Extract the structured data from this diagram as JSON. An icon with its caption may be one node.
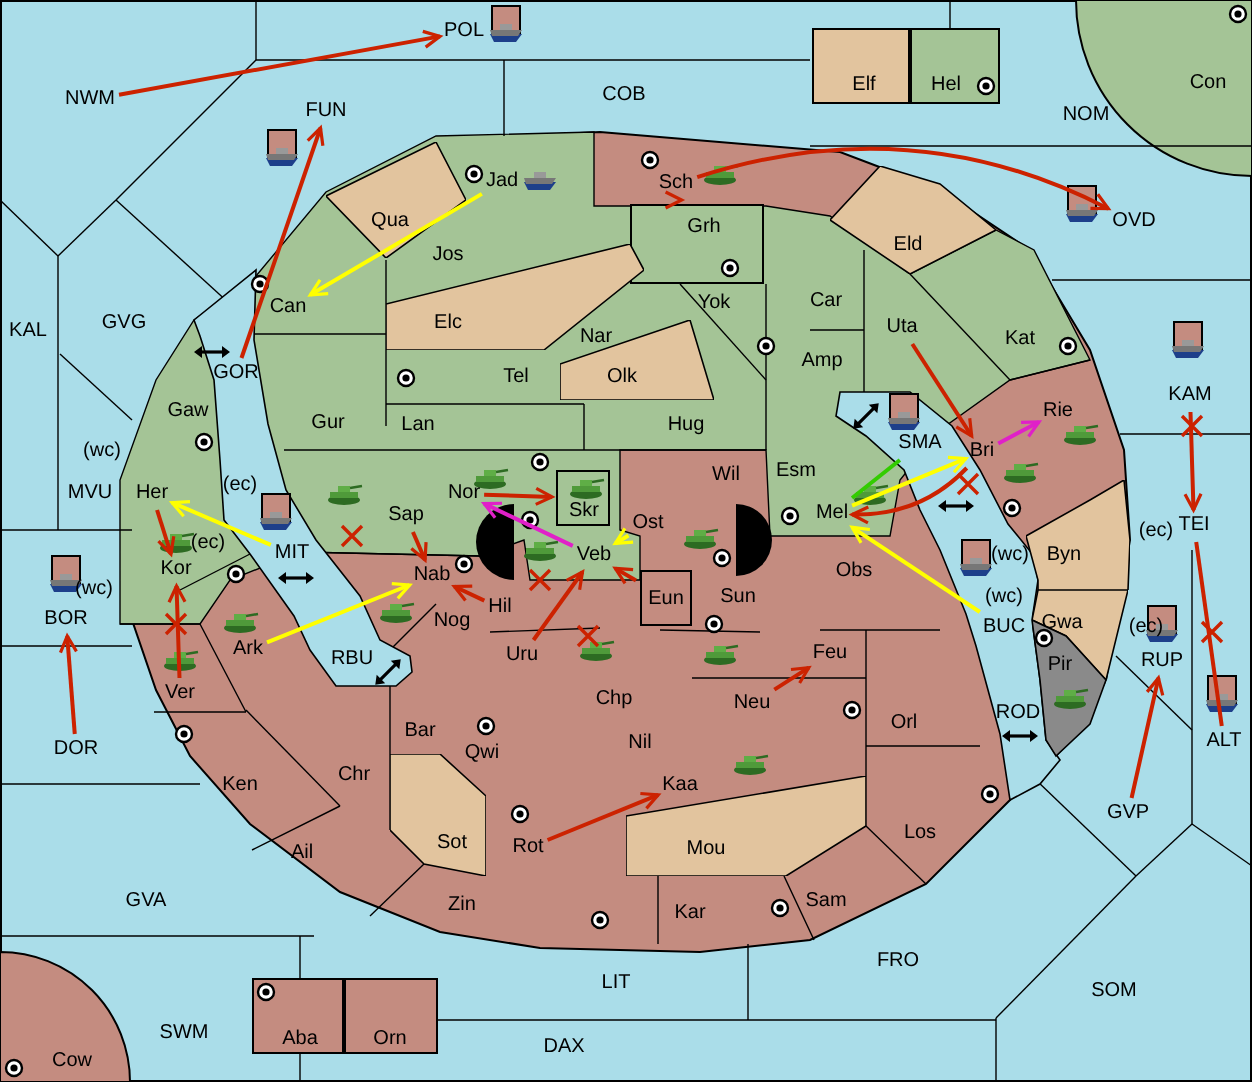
{
  "diagram": {
    "nodes": [
      {
        "text": [
          "NWM"
        ]
      },
      {
        "text": [
          "POL"
        ]
      },
      {
        "text": [
          "FUN"
        ]
      },
      {
        "text": [
          "COB"
        ]
      },
      {
        "text": [
          "Elf"
        ]
      },
      {
        "text": [
          "Hel"
        ]
      },
      {
        "text": [
          "NOM"
        ]
      },
      {
        "text": [
          "Con"
        ]
      },
      {
        "text": [
          "KAL"
        ]
      },
      {
        "text": [
          "GVG"
        ]
      },
      {
        "text": [
          "GOR"
        ]
      },
      {
        "text": [
          "Jad"
        ]
      },
      {
        "text": [
          "Qua"
        ]
      },
      {
        "text": [
          "Sch"
        ]
      },
      {
        "text": [
          "Grh"
        ]
      },
      {
        "text": [
          "OVD"
        ]
      },
      {
        "text": [
          "Eld"
        ]
      },
      {
        "text": [
          "Jos"
        ]
      },
      {
        "text": [
          "Can"
        ]
      },
      {
        "text": [
          "Elc"
        ]
      },
      {
        "text": [
          "Yok"
        ]
      },
      {
        "text": [
          "Car"
        ]
      },
      {
        "text": [
          "Uta"
        ]
      },
      {
        "text": [
          "Nar"
        ]
      },
      {
        "text": [
          "Kat"
        ]
      },
      {
        "text": [
          "Tel"
        ]
      },
      {
        "text": [
          "Olk"
        ]
      },
      {
        "text": [
          "Amp"
        ]
      },
      {
        "text": [
          "KAM"
        ]
      },
      {
        "text": [
          "Gaw"
        ]
      },
      {
        "text": [
          "Gur"
        ]
      },
      {
        "text": [
          "Lan"
        ]
      },
      {
        "text": [
          "Hug"
        ]
      },
      {
        "text": [
          "Rie"
        ]
      },
      {
        "text": [
          "SMA"
        ]
      },
      {
        "text": [
          "Bri"
        ]
      },
      {
        "text": [
          "Esm"
        ]
      },
      {
        "text": [
          "Wil"
        ]
      },
      {
        "text": [
          "MVU"
        ]
      },
      {
        "text": [
          "Her"
        ]
      },
      {
        "text": [
          "Nor"
        ]
      },
      {
        "text": [
          "Skr"
        ]
      },
      {
        "text": [
          "Sap"
        ]
      },
      {
        "text": [
          "Ost"
        ]
      },
      {
        "text": [
          "Mel"
        ]
      },
      {
        "text": [
          "TEI"
        ]
      },
      {
        "text": [
          "Byn"
        ]
      },
      {
        "text": [
          "Veb"
        ]
      },
      {
        "text": [
          "MIT"
        ]
      },
      {
        "text": [
          "Kor"
        ]
      },
      {
        "text": [
          "Nab"
        ]
      },
      {
        "text": [
          "Obs"
        ]
      },
      {
        "text": [
          "Eun"
        ]
      },
      {
        "text": [
          "Sun"
        ]
      },
      {
        "text": [
          "Hil"
        ]
      },
      {
        "text": [
          "Nog"
        ]
      },
      {
        "text": [
          "BOR"
        ]
      },
      {
        "text": [
          "BUC"
        ]
      },
      {
        "text": [
          "Gwa"
        ]
      },
      {
        "text": [
          "Ark"
        ]
      },
      {
        "text": [
          "Uru"
        ]
      },
      {
        "text": [
          "Feu"
        ]
      },
      {
        "text": [
          "RUP"
        ]
      },
      {
        "text": [
          "RBU"
        ]
      },
      {
        "text": [
          "Pir"
        ]
      },
      {
        "text": [
          "Ver"
        ]
      },
      {
        "text": [
          "Chp"
        ]
      },
      {
        "text": [
          "Neu"
        ]
      },
      {
        "text": [
          "ROD"
        ]
      },
      {
        "text": [
          "Bar"
        ]
      },
      {
        "text": [
          "Orl"
        ]
      },
      {
        "text": [
          "ALT"
        ]
      },
      {
        "text": [
          "Nil"
        ]
      },
      {
        "text": [
          "DOR"
        ]
      },
      {
        "text": [
          "Qwi"
        ]
      },
      {
        "text": [
          "Chr"
        ]
      },
      {
        "text": [
          "Ken"
        ]
      },
      {
        "text": [
          "Kaa"
        ]
      },
      {
        "text": [
          "GVP"
        ]
      },
      {
        "text": [
          "Los"
        ]
      },
      {
        "text": [
          "Sot"
        ]
      },
      {
        "text": [
          "Rot"
        ]
      },
      {
        "text": [
          "Mou"
        ]
      },
      {
        "text": [
          "Ail"
        ]
      },
      {
        "text": [
          "GVA"
        ]
      },
      {
        "text": [
          "Sam"
        ]
      },
      {
        "text": [
          "Zin"
        ]
      },
      {
        "text": [
          "Kar"
        ]
      },
      {
        "text": [
          "FRO"
        ]
      },
      {
        "text": [
          "LIT"
        ]
      },
      {
        "text": [
          "SOM"
        ]
      },
      {
        "text": [
          "SWM"
        ]
      },
      {
        "text": [
          "Aba"
        ]
      },
      {
        "text": [
          "Orn"
        ]
      },
      {
        "text": [
          "DAX"
        ]
      },
      {
        "text": [
          "Cow"
        ]
      }
    ],
    "edges": [
      {
        "from": 0,
        "to": 1,
        "arrow": "to"
      },
      {
        "from": 10,
        "to": 2,
        "arrow": "to"
      },
      {
        "from": 11,
        "to": 18,
        "arrow": "to",
        "color": "#ffff00"
      },
      {
        "from": 13,
        "to": 15,
        "arrow": "to"
      },
      {
        "from": 14,
        "to": 13,
        "arrow": "to"
      },
      {
        "from": 28,
        "to": 45,
        "arrow": "to"
      },
      {
        "from": 71,
        "to": 45,
        "arrow": "none"
      },
      {
        "from": 78,
        "to": 62,
        "arrow": "to"
      },
      {
        "from": 22,
        "to": 35,
        "arrow": "to"
      },
      {
        "from": 35,
        "to": 33,
        "arrow": "to",
        "color": "#e020c8"
      },
      {
        "from": 35,
        "to": 44,
        "arrow": "to"
      },
      {
        "from": 34,
        "to": 44,
        "arrow": "none",
        "color": "#33cc00"
      },
      {
        "from": 44,
        "to": 35,
        "arrow": "to",
        "color": "#ffff00"
      },
      {
        "from": 57,
        "to": 44,
        "arrow": "to",
        "color": "#ffff00"
      },
      {
        "from": 43,
        "to": 47,
        "arrow": "to",
        "color": "#ffff00"
      },
      {
        "from": 52,
        "to": 47,
        "arrow": "to"
      },
      {
        "from": 60,
        "to": 47,
        "arrow": "to"
      },
      {
        "from": 54,
        "to": 50,
        "arrow": "to"
      },
      {
        "from": 42,
        "to": 50,
        "arrow": "to"
      },
      {
        "from": 59,
        "to": 50,
        "arrow": "to",
        "color": "#ffff00"
      },
      {
        "from": 40,
        "to": 41,
        "arrow": "to"
      },
      {
        "from": 47,
        "to": 40,
        "arrow": "to",
        "color": "#e020c8"
      },
      {
        "from": 39,
        "to": 49,
        "arrow": "to"
      },
      {
        "from": 65,
        "to": 49,
        "arrow": "to"
      },
      {
        "from": 48,
        "to": 39,
        "arrow": "to",
        "color": "#ffff00"
      },
      {
        "from": 73,
        "to": 56,
        "arrow": "to"
      },
      {
        "from": 67,
        "to": 61,
        "arrow": "to"
      },
      {
        "from": 81,
        "to": 77,
        "arrow": "to"
      }
    ],
    "labels": [
      "(wc)",
      "(ec)",
      "(ec)",
      "(wc)",
      "(wc)",
      "(ec)",
      "(wc)",
      "(ec)"
    ]
  }
}
